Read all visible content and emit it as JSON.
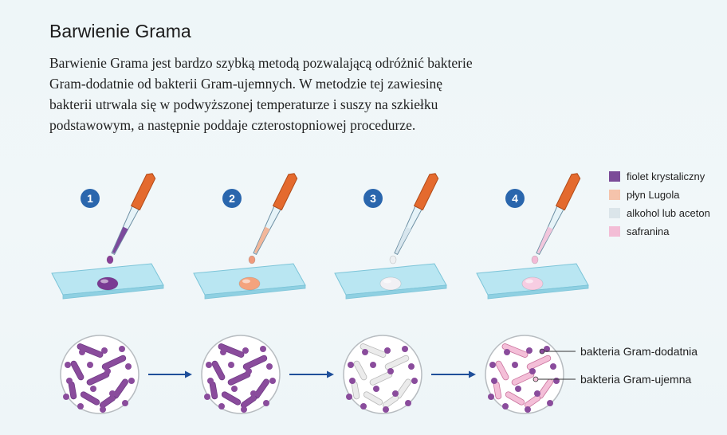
{
  "title": "Barwienie Grama",
  "intro": [
    "Barwienie Grama jest bardzo szybką metodą pozwalającą odróżnić bakterie",
    "Gram-dodatnie od bakterii Gram-ujemnych. W metodzie tej zawiesinę",
    "bakterii utrwala się w podwyższonej temperaturze i suszy na szkiełku",
    "podstawowym, a następnie poddaje czterostopniowej procedurze."
  ],
  "steps": [
    {
      "number": "1",
      "liquid": "#7c4a9c",
      "drop": "#8a3f98",
      "spot": "#7a3a93"
    },
    {
      "number": "2",
      "liquid": "#f2b79a",
      "drop": "#ef9a7c",
      "spot": "#f4a37d"
    },
    {
      "number": "3",
      "liquid": "#d8e6ee",
      "drop": "#eef0f2",
      "spot": "#f2f0f4"
    },
    {
      "number": "4",
      "liquid": "#f1c6dc",
      "drop": "#f3bad6",
      "spot": "#f7cde2"
    }
  ],
  "legend": [
    {
      "label": "fiolet krystaliczny",
      "color": "#7b4b98"
    },
    {
      "label": "płyn Lugola",
      "color": "#f5c3ab"
    },
    {
      "label": "alkohol lub aceton",
      "color": "#dbe5ea"
    },
    {
      "label": "safranina",
      "color": "#f3bdd6"
    }
  ],
  "circles": [
    {
      "dot": "#8a4c9c",
      "rod": "#8a4c9c",
      "rodStroke": "#6f3a85"
    },
    {
      "dot": "#8a4c9c",
      "rod": "#8a4c9c",
      "rodStroke": "#6f3a85"
    },
    {
      "dot": "#8a4c9c",
      "rod": "#ebebeb",
      "rodStroke": "#b8b8b8"
    },
    {
      "dot": "#8a4c9c",
      "rod": "#f4bfd8",
      "rodStroke": "#c9729c"
    }
  ],
  "annotations": {
    "positive": "bakteria Gram-dodatnia",
    "negative": "bakteria Gram-ujemna"
  },
  "colors": {
    "badge": "#2a66ad",
    "arrow": "#1f4f9a",
    "slide": "#b9e6f2",
    "pipetteBulb": "#e46a2e"
  }
}
